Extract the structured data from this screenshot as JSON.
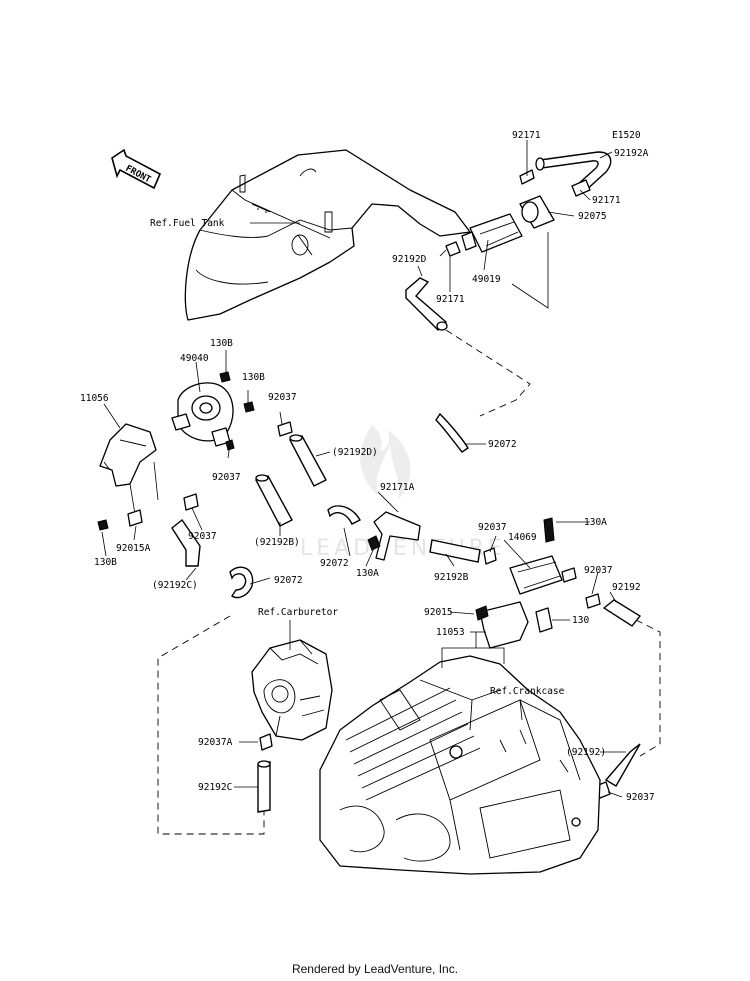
{
  "diagram_code": "E1520",
  "front_label": "FRONT",
  "watermark": "LEADVENTURE",
  "footer": "Rendered by LeadVenture, Inc.",
  "refs": {
    "fuel_tank": "Ref.Fuel Tank",
    "carburetor": "Ref.Carburetor",
    "crankcase": "Ref.Crankcase"
  },
  "callouts": {
    "c92171_top": "92171",
    "c92192A": "92192A",
    "c92171_right": "92171",
    "c92075": "92075",
    "c92192D": "92192D",
    "c92171_mid": "92171",
    "c49019": "49019",
    "c130B_a": "130B",
    "c49040": "49040",
    "c130B_b": "130B",
    "c11056": "11056",
    "c92037_a": "92037",
    "c92192D_p": "(92192D)",
    "c92037_b": "92037",
    "c92072_a": "92072",
    "c92171A": "92171A",
    "c92015A": "92015A",
    "c92037_c": "92037",
    "c130B_c": "130B",
    "c92192B_p": "(92192B)",
    "c92072_b": "92072",
    "c130A_a": "130A",
    "c92037_d": "92037",
    "c130A_b": "130A",
    "c14069": "14069",
    "c92192B": "92192B",
    "c92192C_p": "(92192C)",
    "c92072_c": "92072",
    "c92037_e": "92037",
    "c92192": "92192",
    "c92015": "92015",
    "c130": "130",
    "c11053": "11053",
    "c92037A": "92037A",
    "c92192C": "92192C",
    "c92192_p": "(92192)",
    "c92037_f": "92037"
  }
}
